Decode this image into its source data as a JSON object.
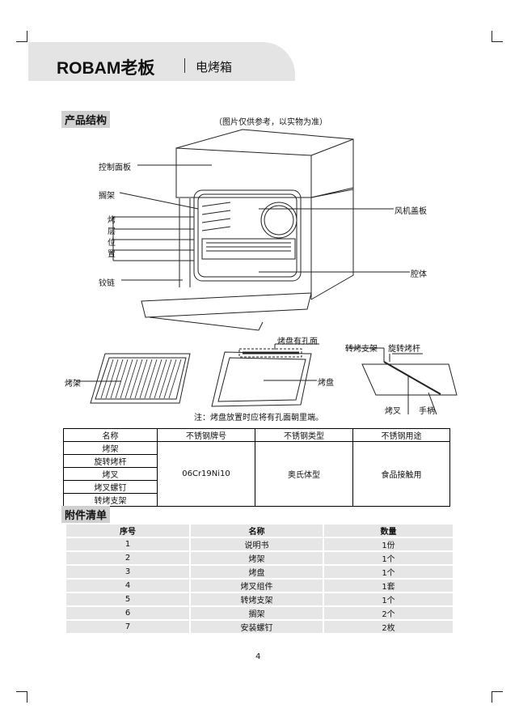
{
  "header": {
    "brand": "ROBAM老板",
    "product": "电烤箱"
  },
  "structure": {
    "title": "产品结构",
    "note": "（图片仅供参考，以实物为准）",
    "labels": {
      "control_panel": "控制面板",
      "shelf_support": "搁架",
      "level_chars": [
        "烤",
        "层",
        "位",
        "置"
      ],
      "hinge": "铰链",
      "fan_cover": "风机盖板",
      "cavity": "腔体",
      "tray_holes": "烤盘有孔面",
      "grill_rack": "烤架",
      "baking_tray": "烤盘",
      "rotisserie_support": "转烤支架",
      "rotisserie_rod": "旋转烤杆",
      "fork": "烤叉",
      "handle": "手柄"
    },
    "tray_note": "注：烤盘放置时应将有孔面朝里端。"
  },
  "material_table": {
    "headers": [
      "名称",
      "不锈钢牌号",
      "不锈钢类型",
      "不锈钢用途"
    ],
    "names": [
      "烤架",
      "旋转烤杆",
      "烤叉",
      "烤叉螺钉",
      "转烤支架"
    ],
    "grade": "06Cr19Ni10",
    "type": "奥氏体型",
    "use": "食品接触用"
  },
  "accessories": {
    "title": "附件清单",
    "headers": [
      "序号",
      "名称",
      "数量"
    ],
    "rows": [
      [
        "1",
        "说明书",
        "1份"
      ],
      [
        "2",
        "烤架",
        "1个"
      ],
      [
        "3",
        "烤盘",
        "1个"
      ],
      [
        "4",
        "烤叉组件",
        "1套"
      ],
      [
        "5",
        "转烤支架",
        "1个"
      ],
      [
        "6",
        "搁架",
        "2个"
      ],
      [
        "7",
        "安装螺钉",
        "2枚"
      ]
    ]
  },
  "page_number": "4"
}
